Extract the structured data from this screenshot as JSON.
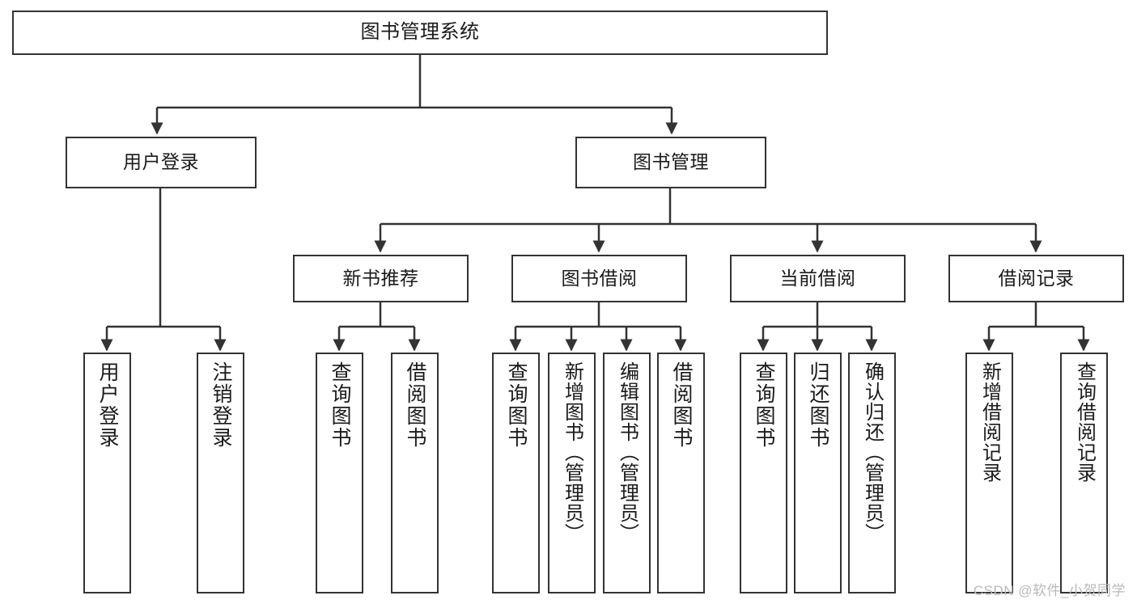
{
  "diagram": {
    "title": "图书管理系统",
    "type": "tree",
    "watermark": "CSDN @软件_小贺同学",
    "colors": {
      "node_border": "#333333",
      "node_fill": "#ffffff",
      "edge": "#333333",
      "text": "#1a1a1a",
      "watermark": "#b9b9b9"
    },
    "nodes": {
      "root": {
        "label": "图书管理系统"
      },
      "level2": [
        {
          "id": "user-login",
          "label": "用户登录"
        },
        {
          "id": "book-manage",
          "label": "图书管理"
        }
      ],
      "level3": [
        {
          "id": "new-book-recommend",
          "label": "新书推荐"
        },
        {
          "id": "book-borrow",
          "label": "图书借阅"
        },
        {
          "id": "current-borrow",
          "label": "当前借阅"
        },
        {
          "id": "borrow-record",
          "label": "借阅记录"
        }
      ],
      "leaves": {
        "user-login": [
          {
            "id": "leaf-user-login",
            "label": "用户登录"
          },
          {
            "id": "leaf-logout",
            "label": "注销登录"
          }
        ],
        "new-book-recommend": [
          {
            "id": "leaf-query-book-1",
            "label": "查询图书"
          },
          {
            "id": "leaf-borrow-book-1",
            "label": "借阅图书"
          }
        ],
        "book-borrow": [
          {
            "id": "leaf-query-book-2",
            "label": "查询图书"
          },
          {
            "id": "leaf-add-book",
            "label": "新增图书（管理员）"
          },
          {
            "id": "leaf-edit-book",
            "label": "编辑图书（管理员）"
          },
          {
            "id": "leaf-borrow-book-2",
            "label": "借阅图书"
          }
        ],
        "current-borrow": [
          {
            "id": "leaf-query-book-3",
            "label": "查询图书"
          },
          {
            "id": "leaf-return-book",
            "label": "归还图书"
          },
          {
            "id": "leaf-confirm-return",
            "label": "确认归还（管理员）"
          }
        ],
        "borrow-record": [
          {
            "id": "leaf-add-record",
            "label": "新增借阅记录"
          },
          {
            "id": "leaf-query-record",
            "label": "查询借阅记录"
          }
        ]
      }
    }
  }
}
